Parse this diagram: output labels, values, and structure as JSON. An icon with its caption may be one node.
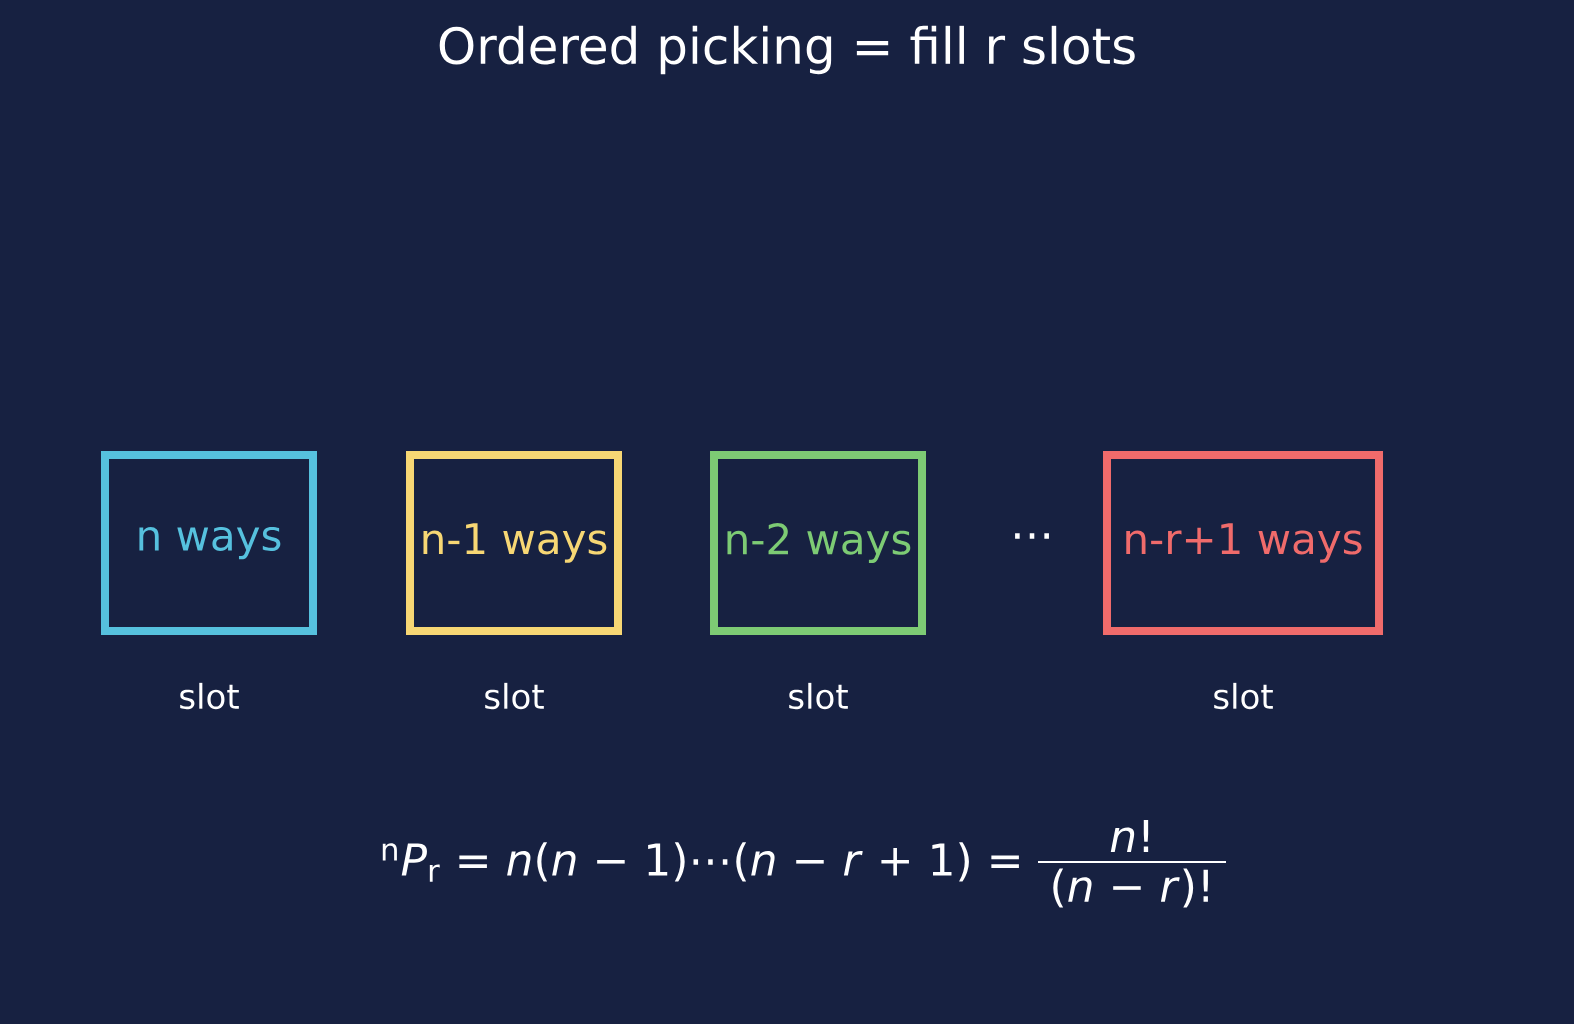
{
  "diagram": {
    "title": "Ordered picking = fill r slots",
    "nodes": [
      {
        "text": [
          "n ways"
        ],
        "beside": [
          "slot"
        ]
      },
      {
        "text": [
          "n-1 ways"
        ],
        "beside": [
          "slot"
        ]
      },
      {
        "text": [
          "n-2 ways"
        ],
        "beside": [
          "slot"
        ]
      },
      {
        "text": [
          "n-r+1 ways"
        ],
        "beside": [
          "slot"
        ]
      }
    ],
    "labels": [
      "…",
      "$^{n}$*P*$_{r}$ = *n*(*n* − 1)⋯(*n* − *r* + 1) =",
      "*n*!",
      "(*n* − *r*)!"
    ]
  }
}
